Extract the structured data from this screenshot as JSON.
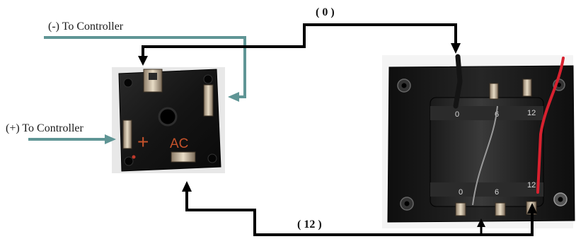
{
  "labels": {
    "neg_controller": "(-) To Controller",
    "pos_controller": "(+) To Controller",
    "tap_zero": "( 0 )",
    "tap_twelve": "( 12 )"
  },
  "rectifier": {
    "plus_mark": "+",
    "ac_mark": "AC"
  },
  "transformer": {
    "top_taps": [
      "0",
      "6",
      "12"
    ],
    "bottom_taps": [
      "0",
      "6",
      "12"
    ]
  },
  "colors": {
    "wire_black": "#000000",
    "wire_teal": "#5f9595",
    "wire_red": "#d8212f",
    "rectifier_body": "#151515",
    "emboss_orange": "#c5522b"
  }
}
